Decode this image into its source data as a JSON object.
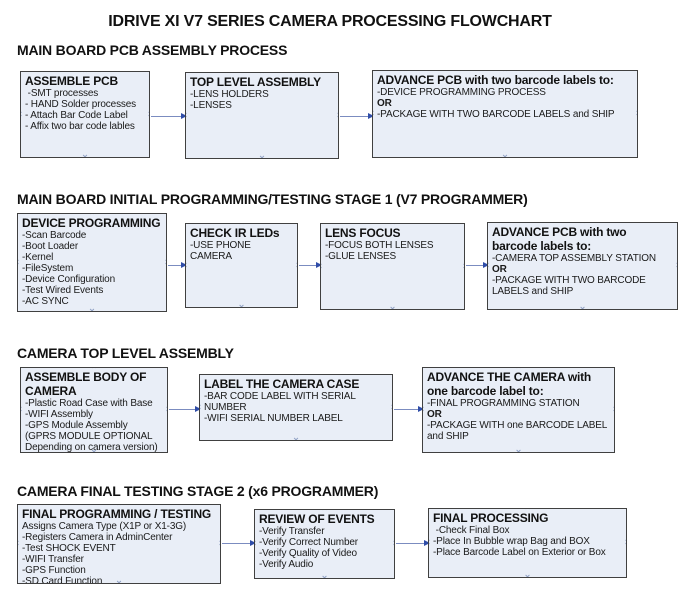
{
  "title": "IDRIVE XI V7 SERIES CAMERA PROCESSING FLOWCHART",
  "colors": {
    "box-fill": "#e9eef7",
    "box-border": "#404040",
    "arrow-line": "#7b8cc0",
    "arrow-head": "#2f4da8",
    "cp": "#8fa0c4"
  },
  "sections": [
    {
      "heading": "MAIN BOARD PCB ASSEMBLY PROCESS",
      "boxes": [
        {
          "title": "ASSEMBLE PCB",
          "lines": [
            " -SMT processes",
            "- HAND Solder processes",
            "- Attach Bar Code Label",
            "- Affix two bar code lables"
          ]
        },
        {
          "title": "TOP LEVEL ASSEMBLY",
          "lines": [
            "-LENS HOLDERS",
            "-LENSES"
          ]
        },
        {
          "title": "ADVANCE PCB with two barcode labels to:",
          "lines": [
            "-DEVICE PROGRAMMING PROCESS",
            "OR",
            "-PACKAGE WITH TWO BARCODE LABELS and SHIP"
          ]
        }
      ]
    },
    {
      "heading": "MAIN BOARD INITIAL PROGRAMMING/TESTING STAGE 1 (V7 PROGRAMMER)",
      "boxes": [
        {
          "title": "DEVICE PROGRAMMING",
          "lines": [
            "-Scan Barcode",
            "-Boot Loader",
            "-Kernel",
            "-FileSystem",
            "-Device Configuration",
            "-Test Wired Events",
            "-AC SYNC"
          ]
        },
        {
          "title": "CHECK IR LEDs",
          "lines": [
            "-USE PHONE CAMERA"
          ]
        },
        {
          "title": "LENS FOCUS",
          "lines": [
            "-FOCUS BOTH LENSES",
            "-GLUE LENSES"
          ]
        },
        {
          "title": "ADVANCE PCB with two barcode labels to:",
          "lines": [
            "-CAMERA TOP ASSEMBLY STATION",
            "OR",
            "-PACKAGE WITH TWO BARCODE LABELS and SHIP"
          ]
        }
      ]
    },
    {
      "heading": "CAMERA TOP LEVEL ASSEMBLY",
      "boxes": [
        {
          "title": "ASSEMBLE BODY OF CAMERA",
          "lines": [
            "-Plastic Road Case with Base",
            "-WIFI Assembly",
            "-GPS Module Assembly",
            "(GPRS MODULE OPTIONAL",
            "Depending on camera version)"
          ]
        },
        {
          "title": "LABEL THE CAMERA CASE",
          "lines": [
            "-BAR CODE LABEL WITH SERIAL NUMBER",
            "-WIFI SERIAL NUMBER LABEL"
          ]
        },
        {
          "title": "ADVANCE THE CAMERA with one barcode label to:",
          "lines": [
            "-FINAL PROGRAMMING STATION",
            "OR",
            "-PACKAGE WITH one BARCODE LABEL and SHIP"
          ]
        }
      ]
    },
    {
      "heading": "CAMERA FINAL TESTING STAGE 2 (x6 PROGRAMMER)",
      "boxes": [
        {
          "title": "FINAL PROGRAMMING / TESTING",
          "lines": [
            "Assigns Camera Type (X1P or X1-3G)",
            "-Registers Camera in AdminCenter",
            "-Test SHOCK EVENT",
            "-WIFI Transfer",
            "-GPS Function",
            "-SD Card Function"
          ]
        },
        {
          "title": "REVIEW OF EVENTS",
          "lines": [
            "-Verify Transfer",
            "-Verify Correct Number",
            "-Verify Quality of Video",
            "-Verify Audio"
          ]
        },
        {
          "title": "FINAL PROCESSING",
          "lines": [
            " -Check Final Box",
            "-Place In Bubble wrap Bag and BOX",
            "-Place Barcode Label on Exterior or Box"
          ]
        }
      ]
    }
  ]
}
